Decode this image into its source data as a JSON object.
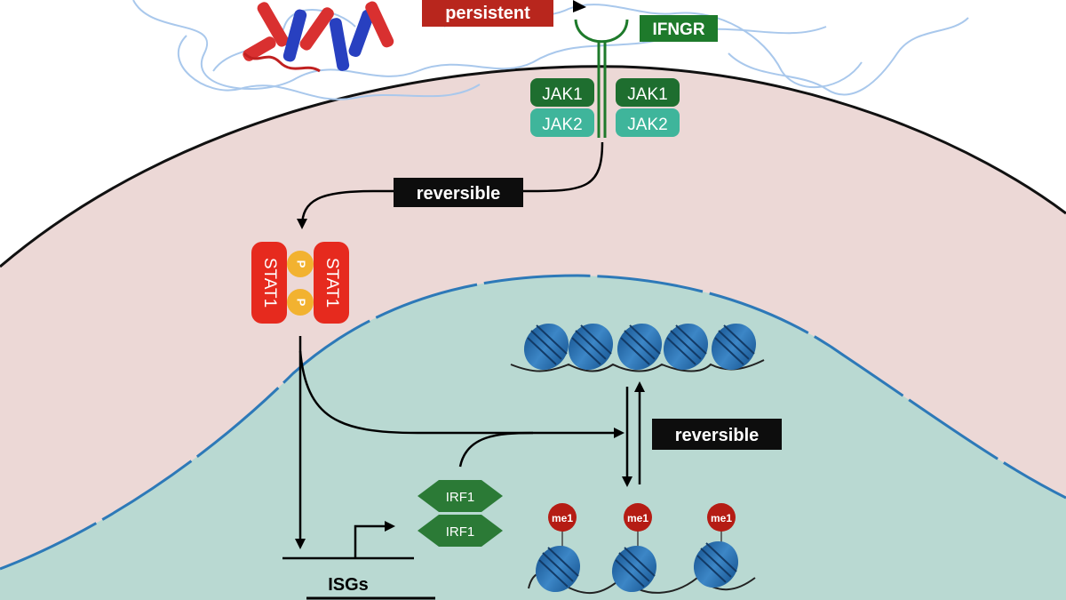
{
  "labels": {
    "persistent": "persistent",
    "receptor": "IFNGR",
    "jak1": "JAK1",
    "jak2": "JAK2",
    "reversible_top": "reversible",
    "reversible_right": "reversible",
    "stat1": "STAT1",
    "phospho": "P",
    "irf1": "IRF1",
    "isgs": "ISGs",
    "me1": "me1"
  },
  "colors": {
    "persistent_box": "#b8261d",
    "receptor": "#1e7a2b",
    "jak1": "#1e6e2f",
    "jak2": "#3fb59b",
    "stat1": "#e62a1e",
    "phospho": "#f2b230",
    "irf1": "#2b7a36",
    "nucleosome": "#2a6fae",
    "me1": "#b51c14",
    "black_box": "#0d0d0d",
    "cytoplasm": "#ecd8d6",
    "nucleus": "#b9d9d2",
    "membrane": "#111111",
    "nuclear_envelope": "#2d79b8"
  }
}
